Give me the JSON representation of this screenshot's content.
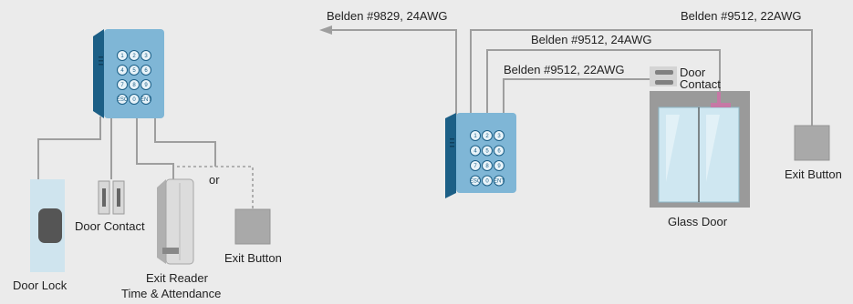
{
  "left": {
    "door_lock": "Door Lock",
    "door_contact": "Door Contact",
    "exit_reader_line1": "Exit Reader",
    "exit_reader_line2": "Time & Attendance",
    "or": "or",
    "exit_button": "Exit Button"
  },
  "right": {
    "cable_1": "Belden #9829, 24AWG",
    "cable_2": "Belden #9512, 22AWG",
    "cable_3": "Belden #9512, 24AWG",
    "cable_4": "Belden #9512, 22AWG",
    "door_contact_line1": "Door",
    "door_contact_line2": "Contact",
    "glass_door": "Glass Door",
    "exit_button": "Exit Button"
  },
  "keypad_keys": [
    "1",
    "2",
    "3",
    "4",
    "5",
    "6",
    "7",
    "8",
    "9",
    "ESC",
    "0",
    "ENT"
  ],
  "colors": {
    "background": "#ebebeb",
    "reader_front": "#7fb6d6",
    "reader_side": "#1c5f86",
    "wire": "#9e9e9e",
    "glass": "#cfe7f1",
    "frame": "#9a9a9a",
    "button": "#a9a9a9"
  }
}
